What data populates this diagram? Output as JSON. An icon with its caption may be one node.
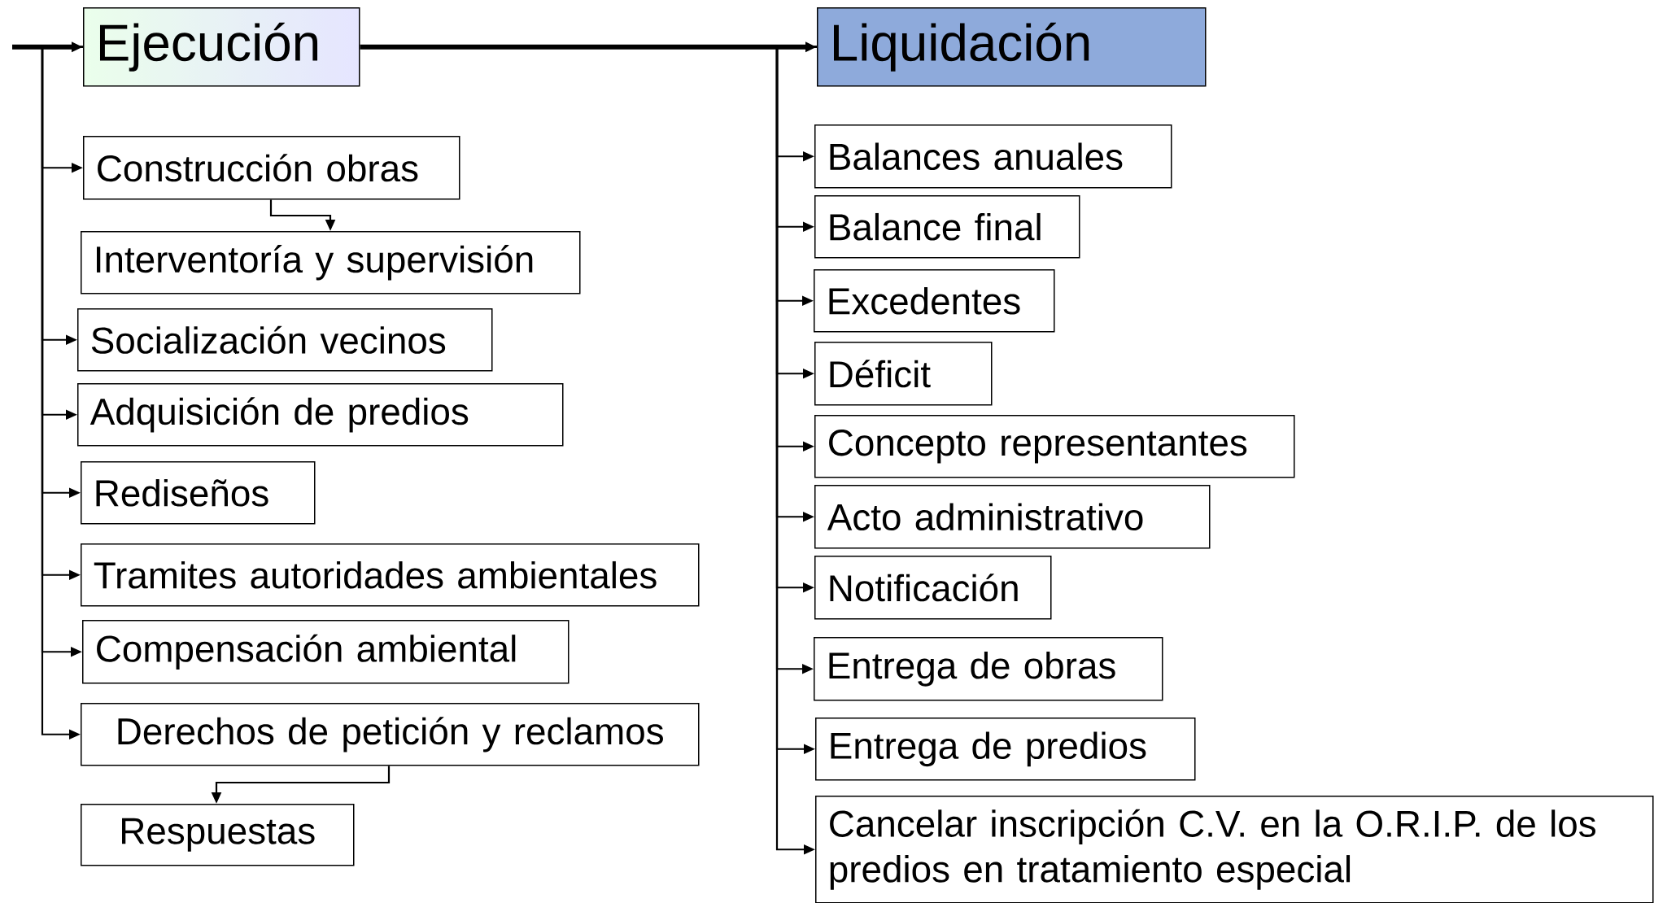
{
  "diagram": {
    "nodes": [
      {
        "text": [
          "Ejecución"
        ]
      },
      {
        "text": [
          "Construcción obras"
        ]
      },
      {
        "text": [
          "Interventoría y supervisión"
        ]
      },
      {
        "text": [
          "Socialización vecinos"
        ]
      },
      {
        "text": [
          "Adquisición de predios"
        ]
      },
      {
        "text": [
          "Rediseños"
        ]
      },
      {
        "text": [
          "Tramites autoridades ambientales"
        ]
      },
      {
        "text": [
          "Compensación ambiental"
        ]
      },
      {
        "text": [
          "Derechos de petición y reclamos"
        ]
      },
      {
        "text": [
          "Respuestas"
        ]
      },
      {
        "text": [
          "Liquidación"
        ]
      },
      {
        "text": [
          "Balances anuales"
        ]
      },
      {
        "text": [
          "Balance final"
        ]
      },
      {
        "text": [
          "Excedentes"
        ]
      },
      {
        "text": [
          "Déficit"
        ]
      },
      {
        "text": [
          "Concepto representantes"
        ]
      },
      {
        "text": [
          "Acto administrativo"
        ]
      },
      {
        "text": [
          "Notificación"
        ]
      },
      {
        "text": [
          "Entrega de obras"
        ]
      },
      {
        "text": [
          "Entrega de predios"
        ]
      },
      {
        "text": [
          "Cancelar inscripción C.V. en la O.R.I.P. de los predios en tratamiento especial"
        ]
      }
    ],
    "edges": [
      {
        "from": null,
        "to": 0,
        "arrow": "to",
        "style": "thick"
      },
      {
        "from": 0,
        "to": 10,
        "arrow": "to",
        "style": "thick"
      },
      {
        "from": 0,
        "to": 1,
        "arrow": "to"
      },
      {
        "from": 0,
        "to": 3,
        "arrow": "to"
      },
      {
        "from": 0,
        "to": 4,
        "arrow": "to"
      },
      {
        "from": 0,
        "to": 5,
        "arrow": "to"
      },
      {
        "from": 0,
        "to": 6,
        "arrow": "to"
      },
      {
        "from": 0,
        "to": 7,
        "arrow": "to"
      },
      {
        "from": 0,
        "to": 8,
        "arrow": "to"
      },
      {
        "from": 1,
        "to": 2,
        "arrow": "to"
      },
      {
        "from": 8,
        "to": 9,
        "arrow": "to"
      },
      {
        "from": 10,
        "to": 11,
        "arrow": "to"
      },
      {
        "from": 10,
        "to": 12,
        "arrow": "to"
      },
      {
        "from": 10,
        "to": 13,
        "arrow": "to"
      },
      {
        "from": 10,
        "to": 14,
        "arrow": "to"
      },
      {
        "from": 10,
        "to": 15,
        "arrow": "to"
      },
      {
        "from": 10,
        "to": 16,
        "arrow": "to"
      },
      {
        "from": 10,
        "to": 17,
        "arrow": "to"
      },
      {
        "from": 10,
        "to": 18,
        "arrow": "to"
      },
      {
        "from": 10,
        "to": 19,
        "arrow": "to"
      },
      {
        "from": 10,
        "to": 20,
        "arrow": "to"
      }
    ]
  }
}
